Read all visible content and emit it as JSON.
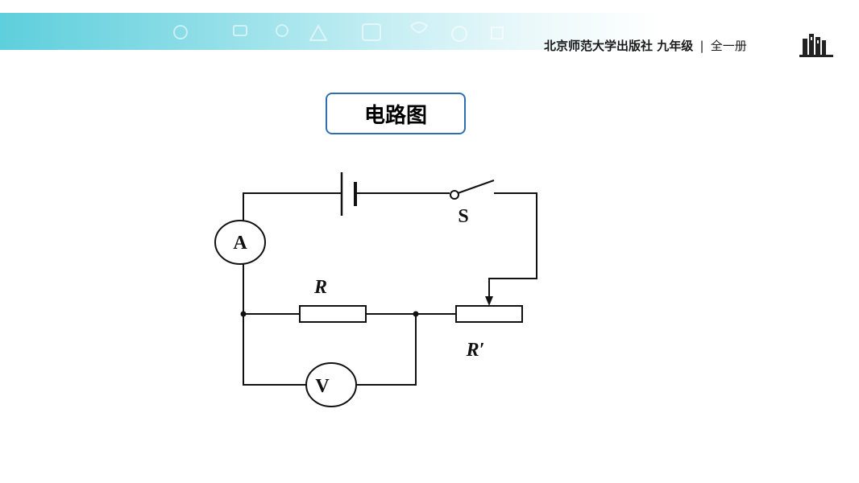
{
  "header": {
    "publisher": "北京师范大学出版社",
    "grade": "九年级",
    "separator": "|",
    "volume": "全一册"
  },
  "title": "电路图",
  "diagram": {
    "labels": {
      "ammeter": "A",
      "voltmeter": "V",
      "switch": "S",
      "resistor": "R",
      "rheostat": "R′"
    }
  }
}
